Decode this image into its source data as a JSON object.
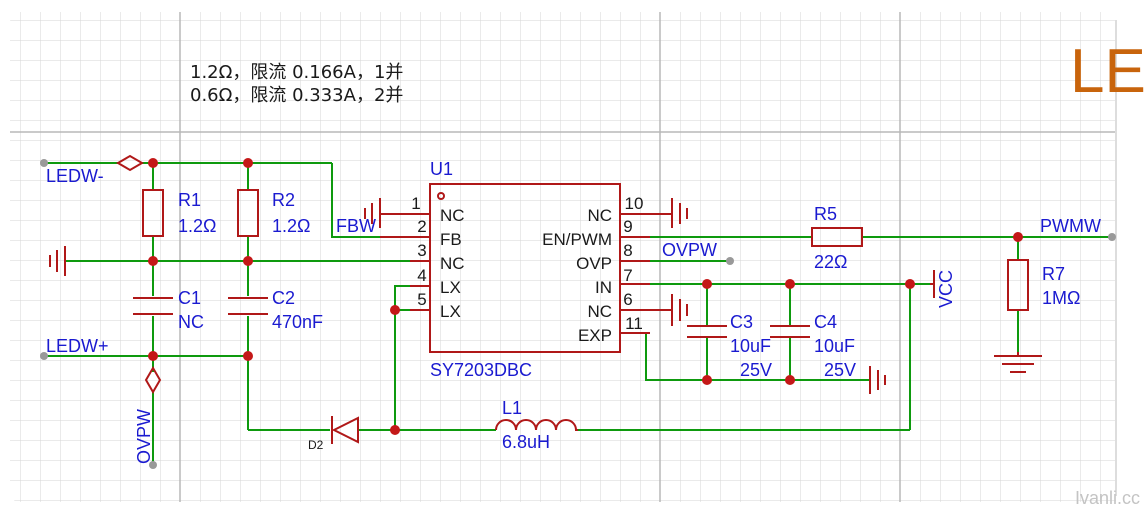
{
  "notes": {
    "line1": "1.2Ω，限流 0.166A，1并",
    "line2": "0.6Ω，限流 0.333A，2并"
  },
  "title_fragment": "LE",
  "watermark": "Ivanli.cc",
  "nets": {
    "ledw_minus": "LEDW-",
    "ledw_plus": "LEDW+",
    "ovpw_left": "OVPW",
    "fbw": "FBW",
    "ovpw_right": "OVPW",
    "pwmw": "PWMW",
    "vcc": "VCC"
  },
  "ic": {
    "ref": "U1",
    "part": "SY7203DBC",
    "left_pins": [
      {
        "num": "1",
        "name": "NC"
      },
      {
        "num": "2",
        "name": "FB"
      },
      {
        "num": "3",
        "name": "NC"
      },
      {
        "num": "4",
        "name": "LX"
      },
      {
        "num": "5",
        "name": "LX"
      }
    ],
    "right_pins": [
      {
        "num": "10",
        "name": "NC"
      },
      {
        "num": "9",
        "name": "EN/PWM"
      },
      {
        "num": "8",
        "name": "OVP"
      },
      {
        "num": "7",
        "name": "IN"
      },
      {
        "num": "6",
        "name": "NC"
      },
      {
        "num": "11",
        "name": "EXP"
      }
    ]
  },
  "components": {
    "r1": {
      "ref": "R1",
      "value": "1.2Ω"
    },
    "r2": {
      "ref": "R2",
      "value": "1.2Ω"
    },
    "c1": {
      "ref": "C1",
      "value": "NC"
    },
    "c2": {
      "ref": "C2",
      "value": "470nF"
    },
    "r5": {
      "ref": "R5",
      "value": "22Ω"
    },
    "r7": {
      "ref": "R7",
      "value": "1MΩ"
    },
    "c3": {
      "ref": "C3",
      "value": "10uF",
      "rating": "25V"
    },
    "c4": {
      "ref": "C4",
      "value": "10uF",
      "rating": "25V"
    },
    "l1": {
      "ref": "L1",
      "value": "6.8uH"
    },
    "d2": {
      "ref": "D2"
    }
  },
  "colors": {
    "wire": "#0e9a0e",
    "component": "#b01818",
    "net_label": "#1a1ad0",
    "grid": "#d6d6d6",
    "title": "#c8640c"
  }
}
